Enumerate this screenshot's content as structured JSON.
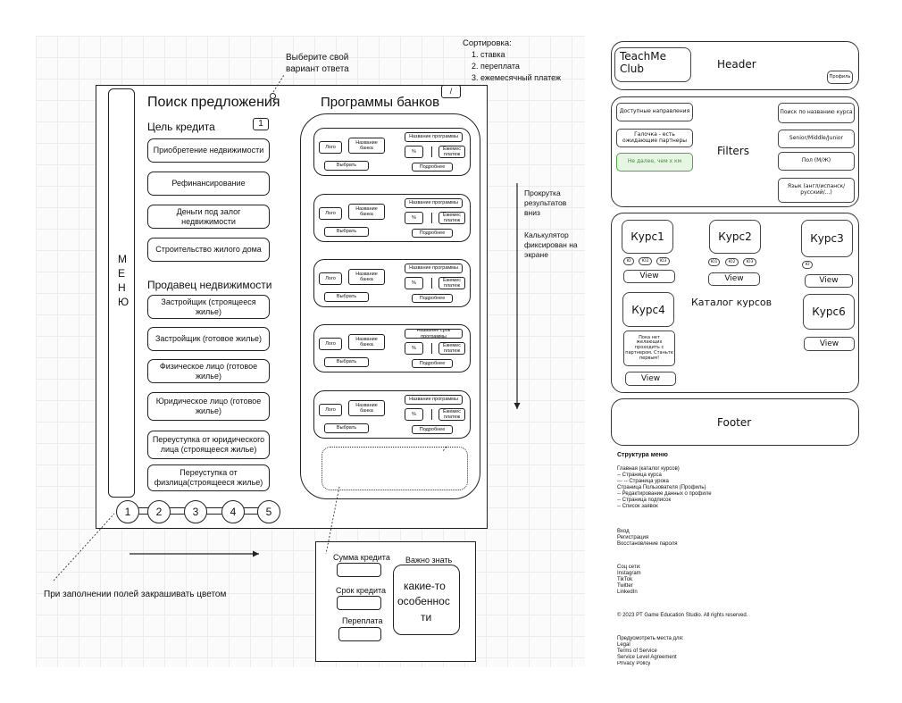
{
  "wireframe": {
    "sort_note": {
      "title": "Сортировка:",
      "items": [
        "1. ставка",
        "2. переплата",
        "3. ежемесячный платеж"
      ]
    },
    "choose_note": [
      "Выберите свой",
      "вариант ответа"
    ],
    "sidebar_letters": [
      "М",
      "Е",
      "Н",
      "Ю"
    ],
    "search_title": "Поиск предложения",
    "goal_label": "Цель кредита",
    "goal_badge": "1",
    "goal_options": [
      "Приобретение недвижимости",
      "Рефинансирование",
      "Деньги под залог недвижимости",
      "Строительство жилого дома"
    ],
    "seller_label": "Продавец недвижимости",
    "seller_options": [
      "Застройщик (строящееся жилье)",
      "Застройщик (готовое жилье)",
      "Физическое лицо (готовое жилье)",
      "Юридическое лицо (готовое жилье)",
      "Переуступка от юридического лица (строящееся жилье)",
      "Переуступка от физлица(строящееся жилье)"
    ],
    "programs_title": "Программы банков",
    "card": {
      "logo": "Лого",
      "bank_name": "Название банка",
      "choose": "Выбрать",
      "program_name": "Название программы",
      "rate": "%",
      "monthly": "Ежемес платеж",
      "details": "Подробнее"
    },
    "card4_program": "Название срок программы",
    "pagination": [
      "1",
      "2",
      "3",
      "4",
      "5"
    ],
    "scroll_note": [
      "Прокрутка",
      "результатов",
      "вниз"
    ],
    "calc_note": [
      "Калькулятор",
      "фиксирован на",
      "экране"
    ],
    "fill_note": "При заполнении полей закрашивать цветом",
    "calculator": {
      "sum": "Сумма кредита",
      "term": "Срок кредита",
      "overpay": "Переплата",
      "important": "Важно знать",
      "text": [
        "какие-то",
        "особеннос",
        "ти"
      ]
    }
  },
  "site": {
    "logo": [
      "TeachMe",
      "Club"
    ],
    "header": "Header",
    "profile": "Профиль",
    "filters_title": "Filters",
    "filters_left": [
      "Доступные направления",
      "Галочка - есть ожидающие партнеры",
      "Не далее, чем х км"
    ],
    "filters_right": [
      "Поиск по названию курса",
      "Senior/Middle/Junior",
      "Пол (М/Ж)",
      "Язык (англ/испанск/русский/...)"
    ],
    "catalog_title": "Каталог курсов",
    "courses": [
      "Курс1",
      "Курс2",
      "Курс3",
      "Курс4",
      "Курс6"
    ],
    "tags1": [
      "Ю",
      "Ю2",
      "Ю3"
    ],
    "tags2": [
      "Ю1",
      "Ю2",
      "Ю3"
    ],
    "tags3": [
      "Ю"
    ],
    "view": "View",
    "partner_note": "Пока нет желающих проходить с партнером. Станьте первым!",
    "footer": "Footer",
    "colors": {
      "green_bg": "#e7f6e2",
      "green_border": "#49a84a",
      "green_text": "#3b8f3b"
    }
  },
  "menu_structure": {
    "title": "Структура меню",
    "group1": [
      "Главная (каталог курсов)",
      "-- Страница курса",
      "--- -- Страница урока",
      "Страница Пользователя (Профиль)",
      "-- Редактирование данных о профиле",
      "-- Страница подписок",
      "-- Список заявок"
    ],
    "group2": [
      "Вход",
      "Регистрация",
      "Восстановление пароля"
    ],
    "group3": [
      "Соц сети:",
      "Instagram",
      "TikTok",
      "Twitter",
      "LinkedIn"
    ],
    "copyright": "© 2023 PT Game Education Studio. All rights reserved.",
    "group4": [
      "Предусмотреть места для:",
      "Legal",
      "Terms of Service",
      "Service Level Agreement",
      "Privacy Policy"
    ]
  }
}
